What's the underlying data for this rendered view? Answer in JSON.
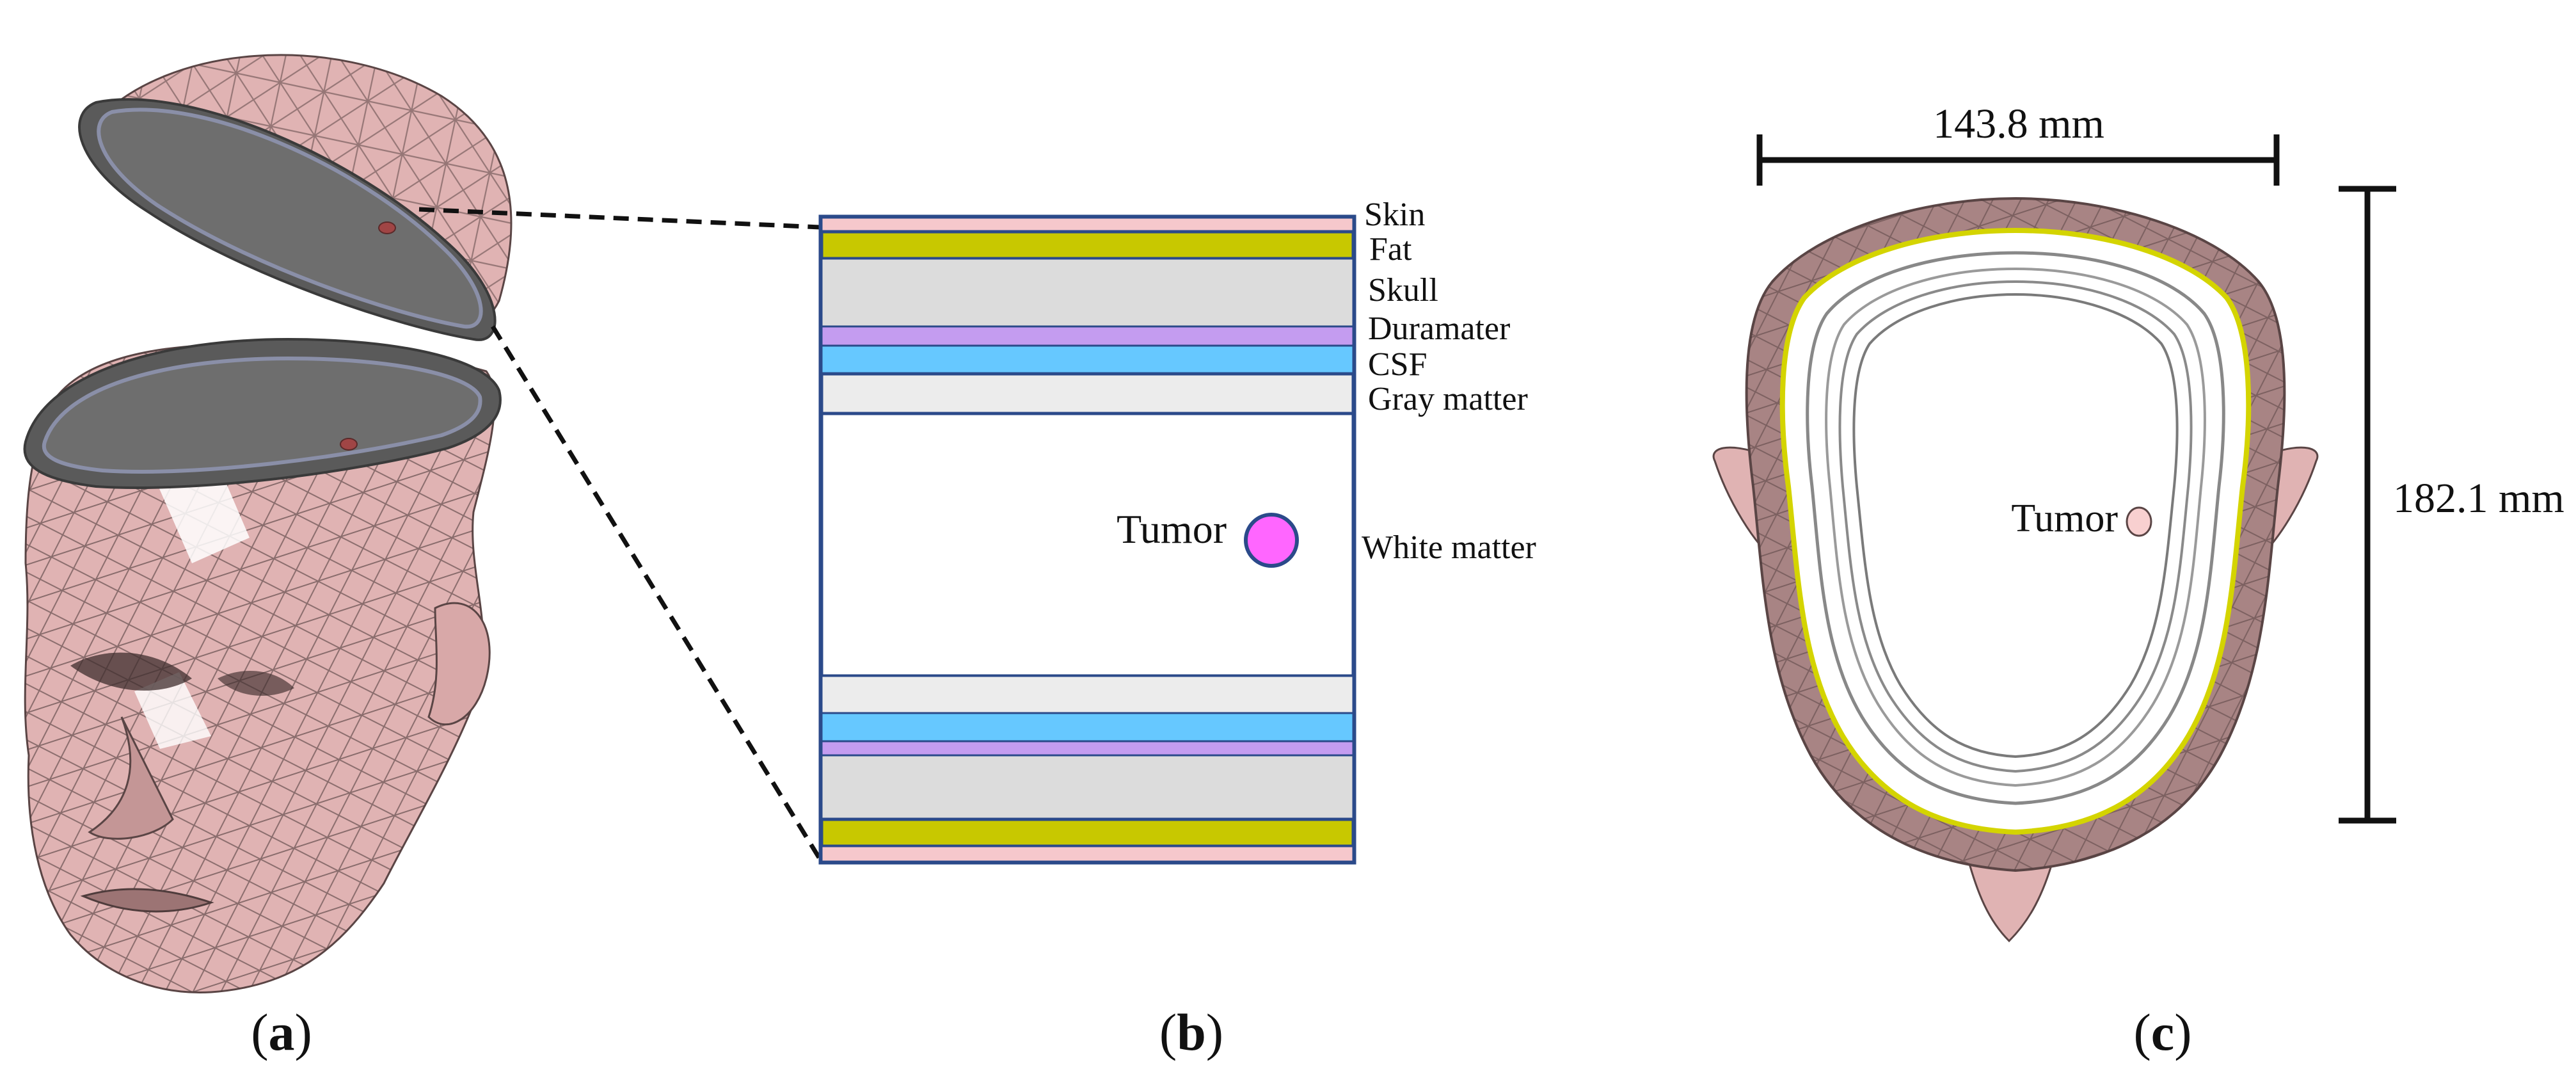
{
  "panels": {
    "a": {
      "label_open": "(",
      "label_letter": "a",
      "label_close": ")"
    },
    "b": {
      "label_open": "(",
      "label_letter": "b",
      "label_close": ")",
      "layers": {
        "skin": "Skin",
        "fat": "Fat",
        "skull": "Skull",
        "duramater": "Duramater",
        "csf": "CSF",
        "gray_matter": "Gray matter",
        "white_matter": "White matter"
      },
      "tumor_label": "Tumor"
    },
    "c": {
      "label_open": "(",
      "label_letter": "c",
      "label_close": ")",
      "width_dimension": "143.8 mm",
      "height_dimension": "182.1 mm",
      "tumor_label": "Tumor"
    }
  },
  "colors": {
    "skin": "#f6c8cc",
    "fat": "#c8c800",
    "skull": "#dcdcdc",
    "duramater": "#c49cf0",
    "csf": "#66c8ff",
    "gray_matter": "#ececec",
    "white_matter": "#ffffff",
    "tumor": "#ff66ff",
    "layer_border": "#2b4a8a",
    "head_surface": "#e0b3b3",
    "head_shade": "#9c7474",
    "cut_surface": "#6e6e6e"
  }
}
